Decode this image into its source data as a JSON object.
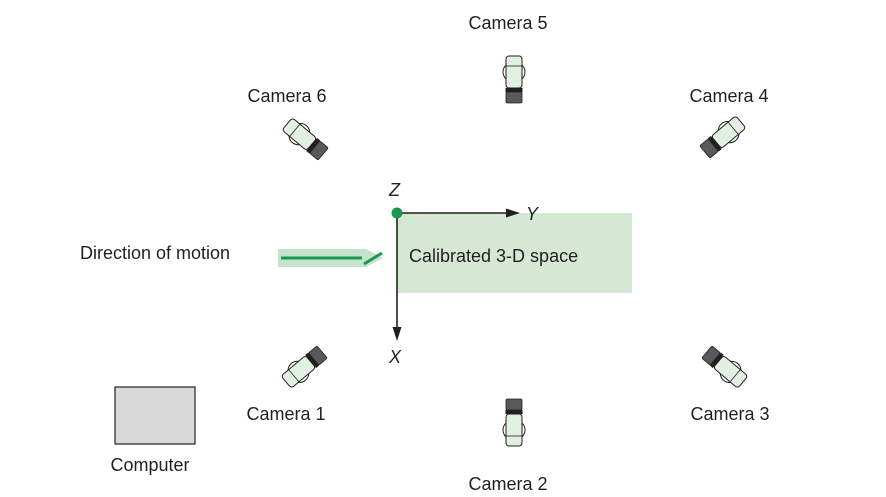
{
  "cameras": [
    {
      "label": "Camera 1"
    },
    {
      "label": "Camera 2"
    },
    {
      "label": "Camera 3"
    },
    {
      "label": "Camera 4"
    },
    {
      "label": "Camera 5"
    },
    {
      "label": "Camera 6"
    }
  ],
  "space": {
    "label": "Calibrated 3-D space",
    "fill": "#d4e8d4"
  },
  "axes": {
    "z": "Z",
    "y": "Y",
    "x": "X",
    "origin_color": "#1a9850"
  },
  "motion": {
    "label": "Direction of motion",
    "arrow_color": "#1a9850",
    "band_color": "#c5e3cc"
  },
  "computer": {
    "label": "Computer",
    "fill": "#d9d9d9"
  },
  "colors": {
    "camera_body": "#e2f0e2",
    "camera_lens": "#58595b"
  }
}
